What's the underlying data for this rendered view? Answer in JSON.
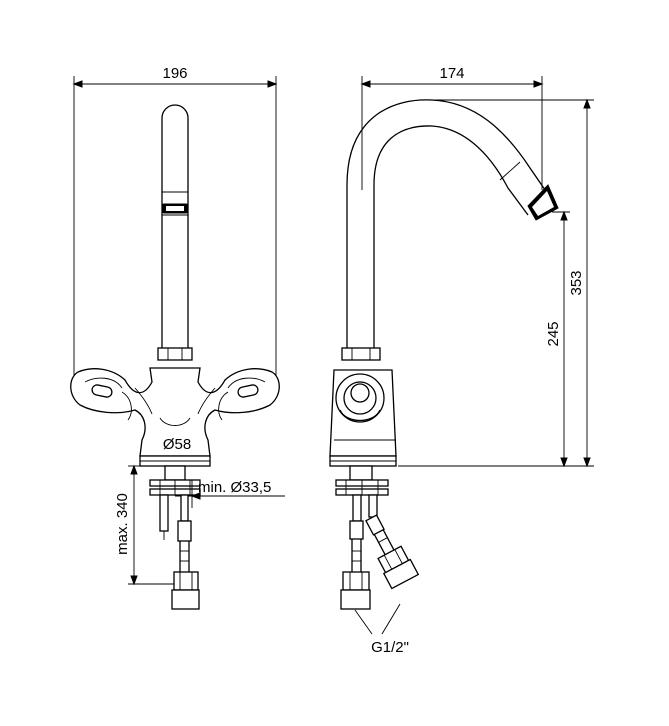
{
  "drawing": {
    "front_view": {
      "width": "196",
      "base_diameter": "Ø58",
      "hole_diameter": "min. Ø33,5",
      "max_height": "max. 340"
    },
    "side_view": {
      "reach": "174",
      "total_height": "353",
      "spout_height": "245",
      "connection": "G1/2\""
    }
  }
}
